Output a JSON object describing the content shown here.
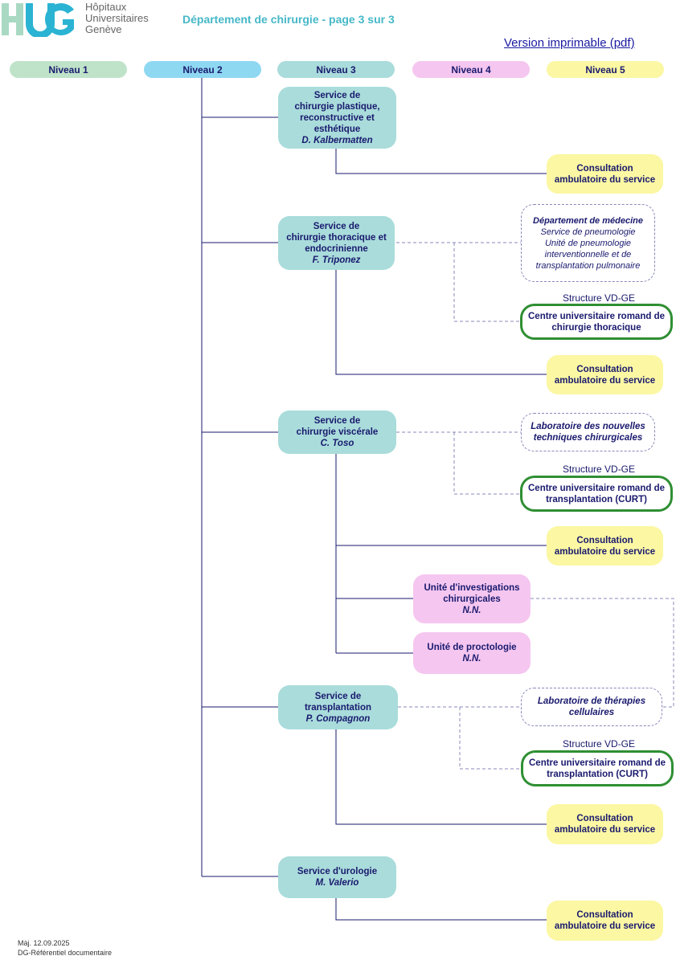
{
  "header": {
    "logo_text_1": "Hôpitaux",
    "logo_text_2": "Universitaires",
    "logo_text_3": "Genève",
    "title": "Département de chirurgie -  page 3 sur 3",
    "pdf_link": "Version imprimable (pdf)"
  },
  "levels": [
    "Niveau  1",
    "Niveau  2",
    "Niveau  3",
    "Niveau  4",
    "Niveau  5"
  ],
  "colors": {
    "level1": "#bfe3c9",
    "level2": "#8fd8f2",
    "level3": "#a9dcdb",
    "level4": "#f5c6f0",
    "level5": "#fbf7a3",
    "connector": "#1a1a6e",
    "curt_border": "#2f8f33"
  },
  "services": [
    {
      "lines": [
        "Service de",
        "chirurgie plastique,",
        "reconstructive et",
        "esthétique"
      ],
      "manager": "D. Kalbermatten"
    },
    {
      "lines": [
        "Service de",
        "chirurgie thoracique et",
        "endocrinienne"
      ],
      "manager": "F. Triponez"
    },
    {
      "lines": [
        "Service de",
        "chirurgie viscérale"
      ],
      "manager": "C. Toso"
    },
    {
      "lines": [
        "Service de",
        "transplantation"
      ],
      "manager": "P. Compagnon"
    },
    {
      "lines": [
        "Service d'urologie"
      ],
      "manager": "M. Valerio"
    }
  ],
  "units": [
    {
      "lines": [
        "Unité d'investigations",
        "chirurgicales"
      ],
      "manager": "N.N."
    },
    {
      "lines": [
        "Unité de proctologie"
      ],
      "manager": "N.N."
    }
  ],
  "consultation": "Consultation ambulatoire du service",
  "external": {
    "medecine_head": "Département de médecine",
    "medecine_lines": [
      "Service de pneumologie",
      "Unité de pneumologie",
      "interventionnelle et de",
      "transplantation pulmonaire"
    ],
    "labo_nouvelles": "Laboratoire des nouvelles techniques chirurgicales",
    "labo_therapies": "Laboratoire de thérapies cellulaires"
  },
  "structure_label": "Structure VD-GE",
  "centres": {
    "thoracique": "Centre universitaire romand de chirurgie thoracique",
    "curt": "Centre universitaire romand de transplantation (CURT)"
  },
  "footer": {
    "update": "Màj. 12.09.2025",
    "source": "DG-Référentiel documentaire"
  }
}
